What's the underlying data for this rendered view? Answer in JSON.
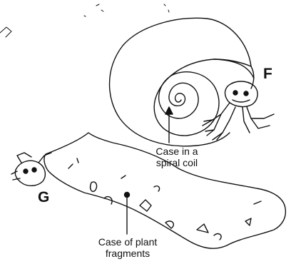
{
  "labels": {
    "f": "F",
    "g": "G",
    "spiral_caption": "Case in a\nspiral coil",
    "plant_caption": "Case of plant\nfragments"
  },
  "colors": {
    "ink": "#111111",
    "background": "#ffffff"
  }
}
